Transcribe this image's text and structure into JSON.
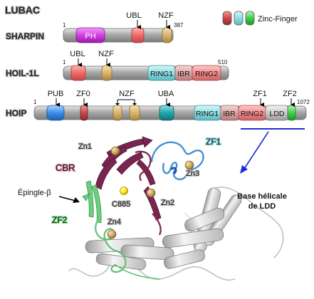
{
  "title": "LUBAC",
  "legend": {
    "label": "Zinc-Finger",
    "colors": [
      "#c9474a",
      "#8ad6df",
      "#3fcf4a"
    ]
  },
  "proteins": {
    "sharpin": {
      "name": "SHARPIN",
      "start": "1",
      "end": "387",
      "domains": {
        "ph": "PH"
      },
      "markers": {
        "ubl": "UBL",
        "nzf": "NZF"
      }
    },
    "hoil": {
      "name": "HOIL-1L",
      "start": "1",
      "end": "510",
      "domains": {
        "ring1": "RING1",
        "ibr": "IBR",
        "ring2": "RING2"
      },
      "markers": {
        "ubl": "UBL",
        "nzf": "NZF"
      }
    },
    "hoip": {
      "name": "HOIP",
      "start": "1",
      "end": "1072",
      "domains": {
        "ring1": "RING1",
        "ibr": "IBR",
        "ring2": "RING2",
        "ldd": "LDD"
      },
      "markers": {
        "pub": "PUB",
        "zf0": "ZF0",
        "nzf": "NZF",
        "uba": "UBA",
        "zf1": "ZF1",
        "zf2": "ZF2"
      }
    }
  },
  "structure": {
    "labels": {
      "zn1": "Zn1",
      "zn2": "Zn2",
      "zn3": "Zn3",
      "zn4": "Zn4",
      "zf1": "ZF1",
      "zf2": "ZF2",
      "cbr": "CBR",
      "c885": "C885",
      "hairpin": "Épingle-β",
      "ldd_base_line1": "Base hélicale",
      "ldd_base_line2": "de LDD"
    },
    "colors": {
      "hairpin": "#5fbf72",
      "cbr": "#7a2450",
      "zf1": "#3d8fd0",
      "zinc": "#c9a15a",
      "cys": "#ffe600",
      "helix": "#d8d8d8"
    }
  }
}
